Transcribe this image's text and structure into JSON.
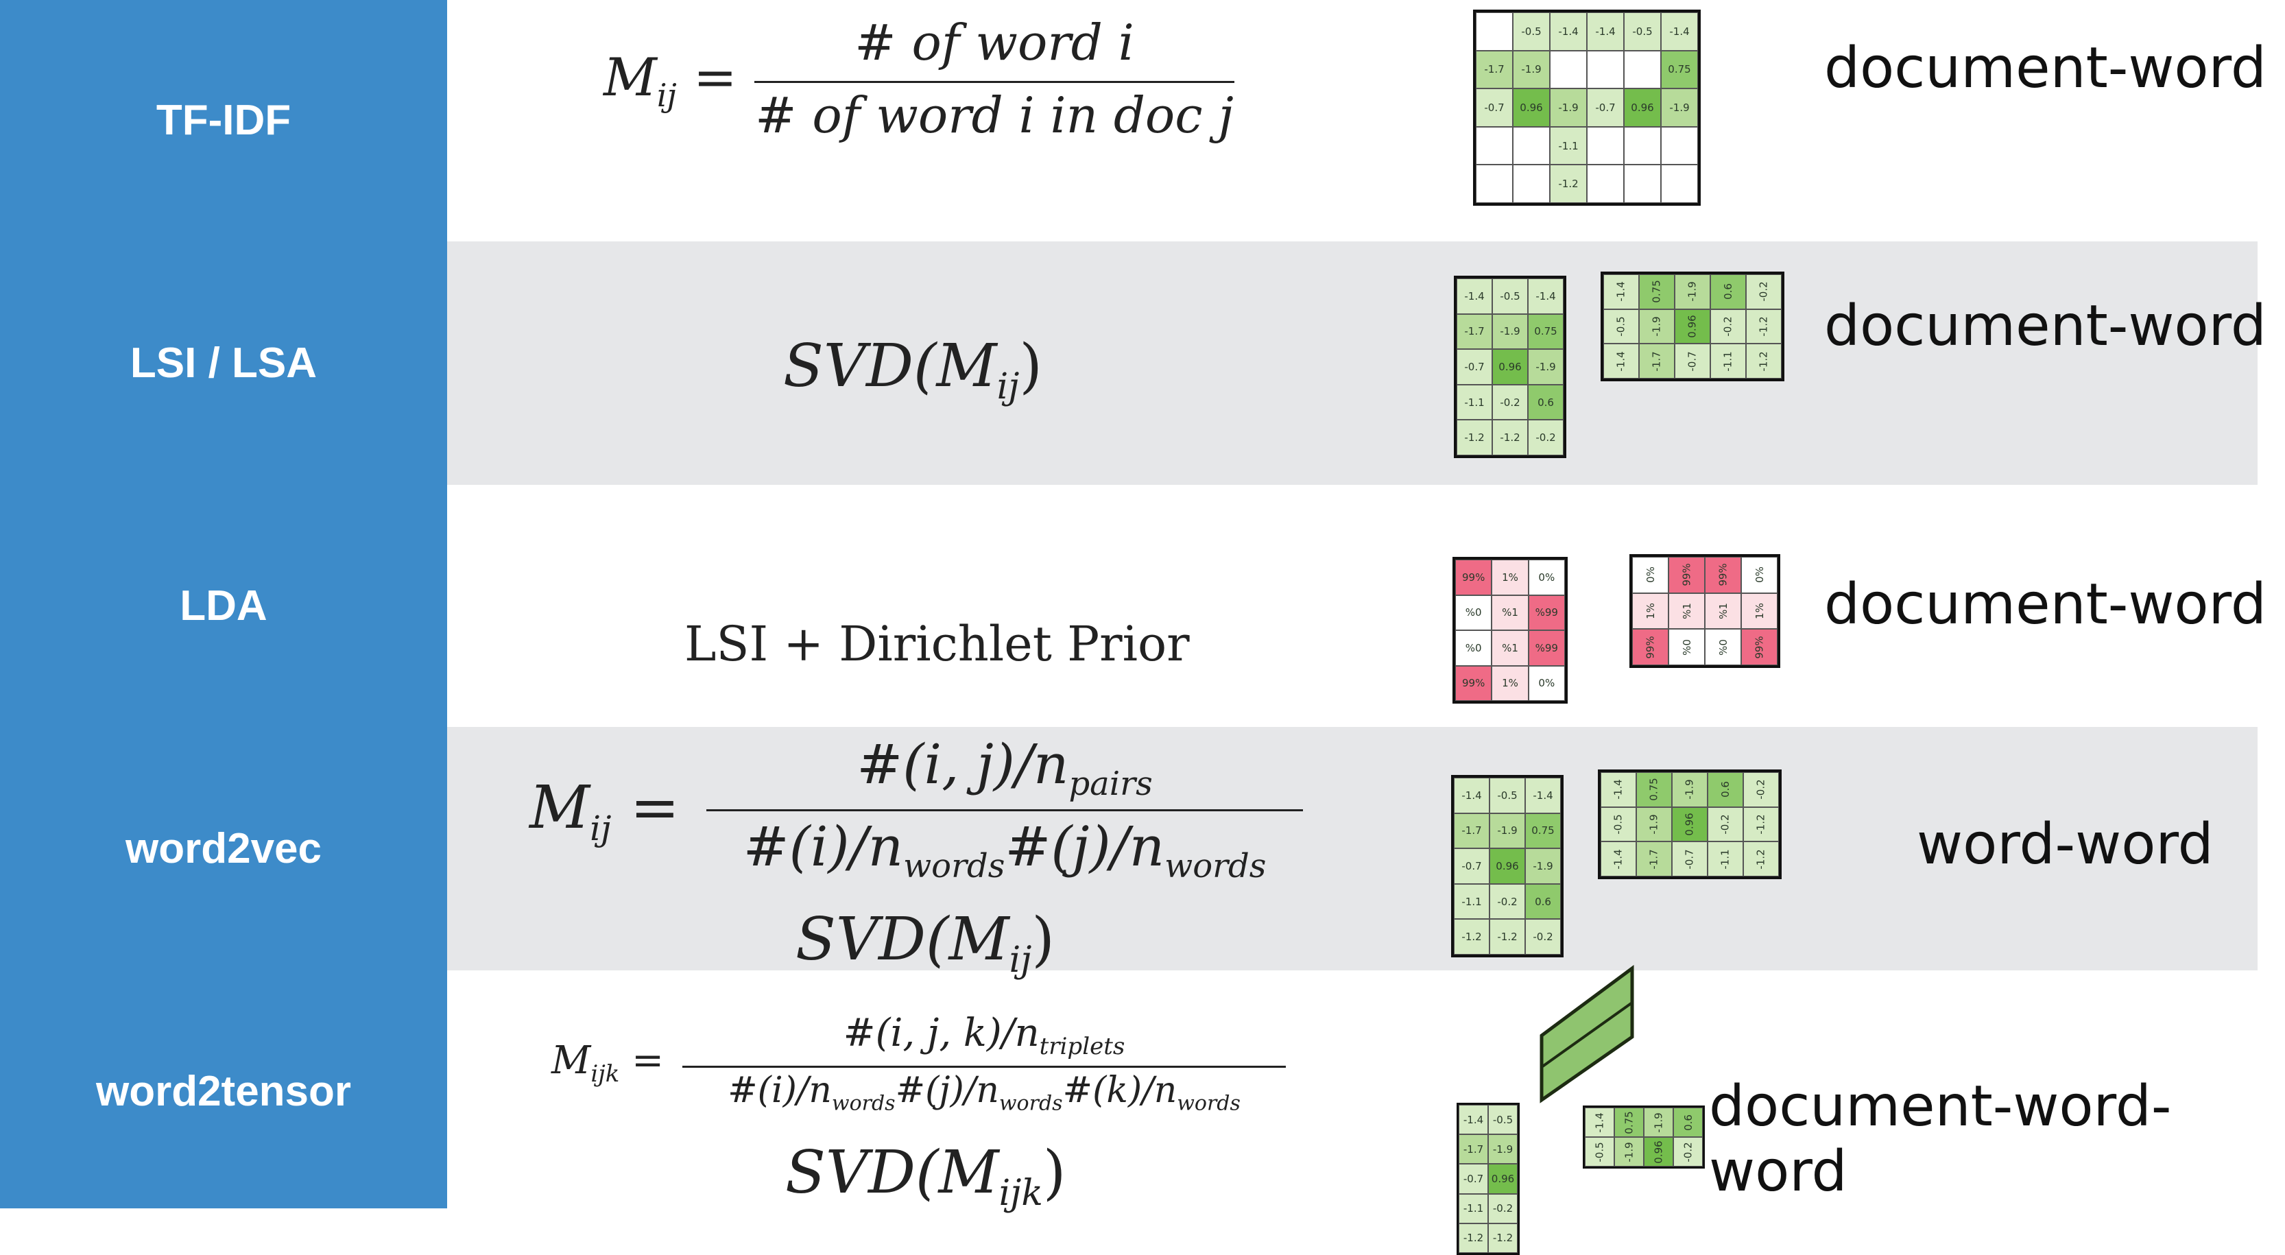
{
  "rows": [
    {
      "label": "TF-IDF",
      "tag": "document-word"
    },
    {
      "label": "LSI / LSA",
      "tag": "document-word"
    },
    {
      "label": "LDA",
      "tag": "document-word",
      "formula_text": "LSI + Dirichlet Prior"
    },
    {
      "label": "word2vec",
      "tag": "word-word"
    },
    {
      "label": "word2tensor",
      "tag": "document-word-word"
    }
  ],
  "matrices": {
    "tfidf": [
      [
        "",
        "-0.5",
        "-1.4",
        "-1.4",
        "-0.5",
        "-1.4"
      ],
      [
        "-1.7",
        "-1.9",
        "",
        "",
        "",
        "0.75"
      ],
      [
        "-0.7",
        "0.96",
        "-1.9",
        "-0.7",
        "0.96",
        "-1.9"
      ],
      [
        "",
        "",
        "-1.1",
        "",
        "",
        ""
      ],
      [
        "",
        "",
        "-1.2",
        "",
        "",
        ""
      ]
    ],
    "lsi_left": [
      [
        "-1.4",
        "-0.5",
        "-1.4"
      ],
      [
        "-1.7",
        "-1.9",
        "0.75"
      ],
      [
        "-0.7",
        "0.96",
        "-1.9"
      ],
      [
        "-1.1",
        "-0.2",
        "0.6"
      ],
      [
        "-1.2",
        "-1.2",
        "-0.2"
      ]
    ],
    "lsi_right": [
      [
        "-1.4",
        "0.75",
        "-1.9",
        "0.6",
        "-0.2"
      ],
      [
        "-0.5",
        "-1.9",
        "0.96",
        "-0.2",
        "-1.2"
      ],
      [
        "-1.4",
        "-1.7",
        "-0.7",
        "-1.1",
        "-1.2"
      ]
    ],
    "lda_left": [
      [
        "99%",
        "1%",
        "0%"
      ],
      [
        "%0",
        "%1",
        "%99"
      ],
      [
        "%0",
        "%1",
        "%99"
      ],
      [
        "99%",
        "1%",
        "0%"
      ]
    ],
    "lda_right": [
      [
        "0%",
        "99%",
        "99%",
        "0%"
      ],
      [
        "1%",
        "%1",
        "%1",
        "1%"
      ],
      [
        "99%",
        "%0",
        "%0",
        "99%"
      ]
    ],
    "w2t_left": [
      [
        "-1.4",
        "-0.5"
      ],
      [
        "-1.7",
        "-1.9"
      ],
      [
        "-0.7",
        "0.96"
      ],
      [
        "-1.1",
        "-0.2"
      ],
      [
        "-1.2",
        "-1.2"
      ]
    ],
    "w2t_right": [
      [
        "-1.4",
        "0.75",
        "-1.9",
        "0.6"
      ],
      [
        "-0.5",
        "-1.9",
        "0.96",
        "-0.2"
      ]
    ]
  },
  "formulas": {
    "tfidf": {
      "lhs": "M",
      "sub": "ij",
      "num": "# of word i",
      "den": "# of word i in doc j"
    },
    "svd": {
      "text": "SVD(M",
      "sub": "ij",
      "close": ")"
    },
    "w2v": {
      "lhs": "M",
      "sub": "ij",
      "num_main": "#(i, j)/n",
      "num_sub": "pairs",
      "den_a": "#(i)/n",
      "den_b": "#(j)/n",
      "den_sub": "words"
    },
    "w2t": {
      "lhs": "M",
      "sub": "ijk",
      "num_main": "#(i, j, k)/n",
      "num_sub": "triplets",
      "den_a": "#(i)/n",
      "den_b": "#(j)/n",
      "den_c": "#(k)/n",
      "den_sub": "words",
      "svd_sub": "ijk"
    }
  },
  "colors": {
    "sidebar": "#3d8bc9",
    "band": "#e6e7e9",
    "green": "#8fca6c",
    "pink": "#ef6b86"
  }
}
